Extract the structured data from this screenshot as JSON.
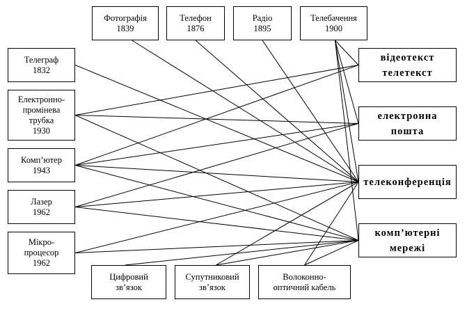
{
  "diagram": {
    "technologies_top": [
      {
        "id": "photo",
        "label": "Фотографія\n1839"
      },
      {
        "id": "phone",
        "label": "Телефон\n1876"
      },
      {
        "id": "radio",
        "label": "Радіо\n1895"
      },
      {
        "id": "tv",
        "label": "Телебачення\n1900"
      }
    ],
    "technologies_left": [
      {
        "id": "telegraph",
        "label": "Телеграф\n1832"
      },
      {
        "id": "crt",
        "label": "Електронно-\nпромінева\nтрубка\n1930"
      },
      {
        "id": "computer",
        "label": "Комп’ютер\n1943"
      },
      {
        "id": "laser",
        "label": "Лазер\n1962"
      },
      {
        "id": "micro",
        "label": "Мікро-\nпроцесор\n1962"
      }
    ],
    "technologies_bottom": [
      {
        "id": "digital",
        "label": "Цифровий\nзв’язок"
      },
      {
        "id": "satellite",
        "label": "Супутниковий\nзв’язок"
      },
      {
        "id": "fiber",
        "label": "Волоконно-\nоптичний кабель"
      }
    ],
    "applications": [
      {
        "id": "videotext",
        "label": "відеотекст\nтелетекст"
      },
      {
        "id": "email",
        "label": "електронна\nпошта"
      },
      {
        "id": "teleconf",
        "label": "телеконференція"
      },
      {
        "id": "networks",
        "label": "комп’ютерні\nмережі"
      }
    ],
    "connections": [
      [
        "telegraph",
        "teleconf"
      ],
      [
        "crt",
        "videotext"
      ],
      [
        "crt",
        "email"
      ],
      [
        "crt",
        "networks"
      ],
      [
        "computer",
        "videotext"
      ],
      [
        "computer",
        "email"
      ],
      [
        "computer",
        "teleconf"
      ],
      [
        "computer",
        "networks"
      ],
      [
        "laser",
        "email"
      ],
      [
        "laser",
        "teleconf"
      ],
      [
        "laser",
        "networks"
      ],
      [
        "micro",
        "teleconf"
      ],
      [
        "micro",
        "networks"
      ],
      [
        "photo",
        "teleconf"
      ],
      [
        "phone",
        "teleconf"
      ],
      [
        "radio",
        "teleconf"
      ],
      [
        "tv",
        "videotext"
      ],
      [
        "tv",
        "email"
      ],
      [
        "tv",
        "teleconf"
      ],
      [
        "tv",
        "networks"
      ],
      [
        "digital",
        "networks"
      ],
      [
        "satellite",
        "teleconf"
      ],
      [
        "satellite",
        "networks"
      ],
      [
        "fiber",
        "teleconf"
      ],
      [
        "fiber",
        "networks"
      ]
    ]
  }
}
